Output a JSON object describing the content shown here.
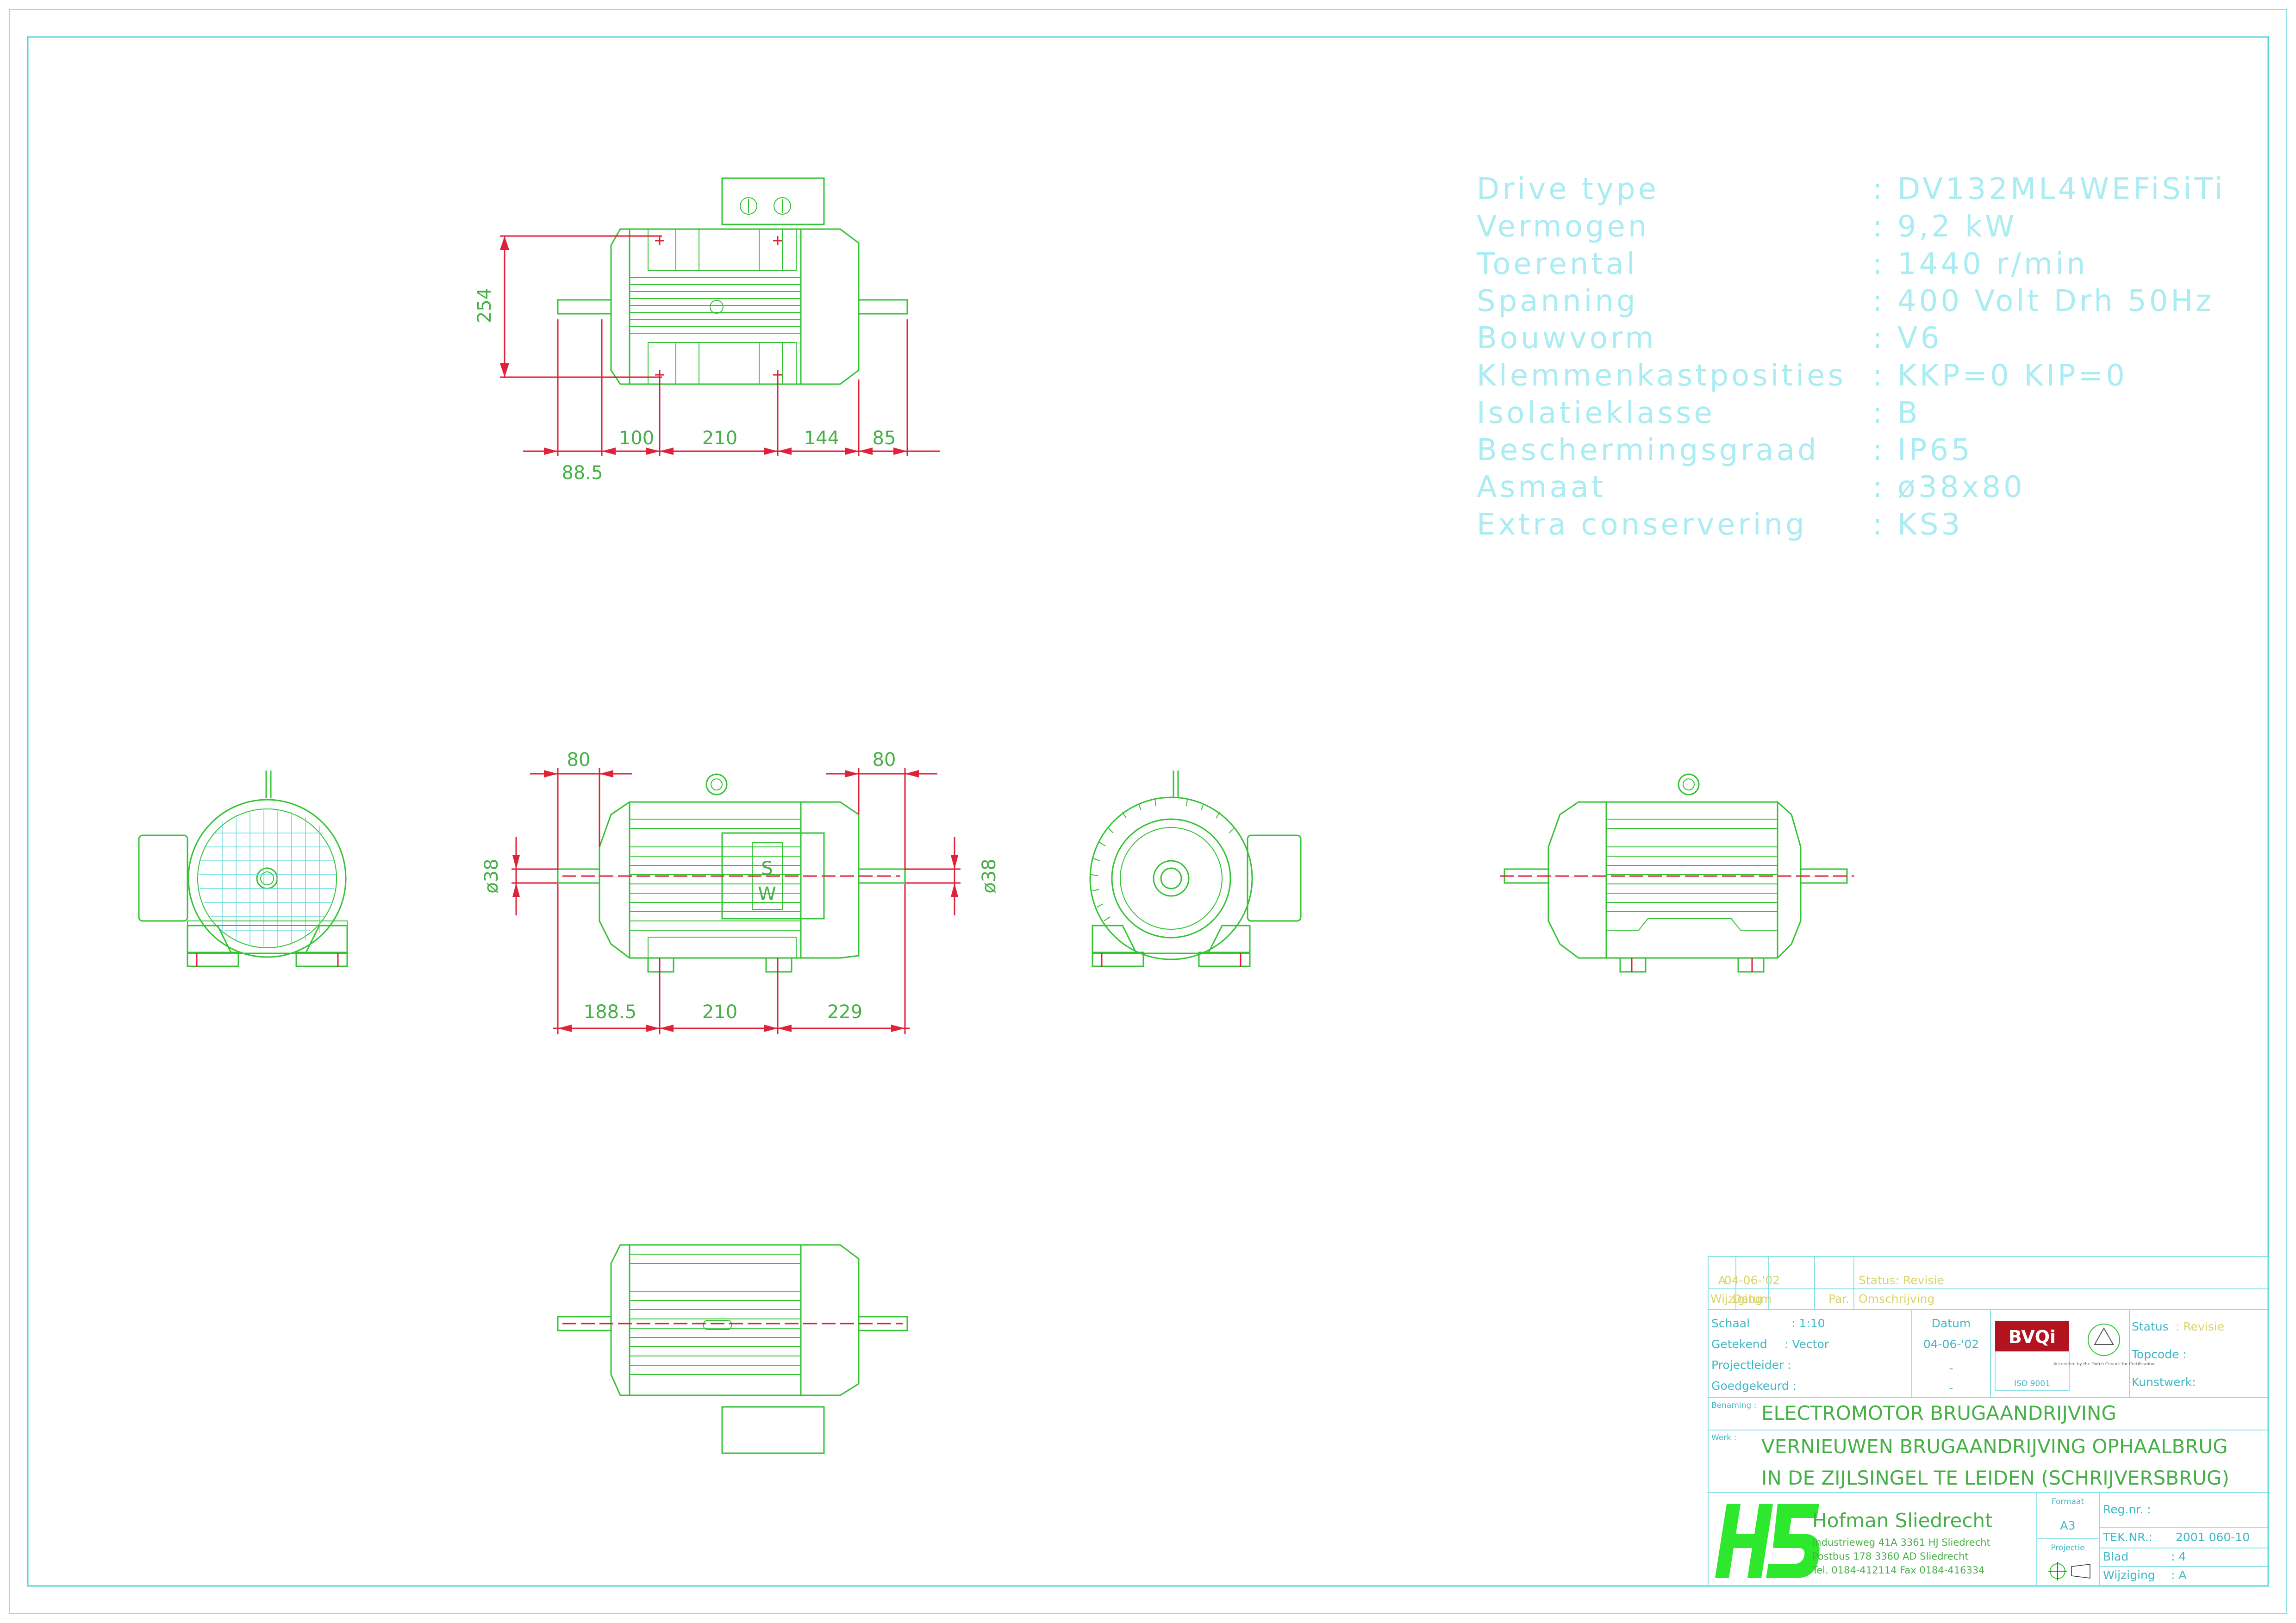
{
  "specs": {
    "labels": [
      "Drive type",
      "Vermogen",
      "Toerental",
      "Spanning",
      "Bouwvorm",
      "Klemmenkastposities",
      "Isolatieklasse",
      "Beschermingsgraad",
      "Asmaat",
      "Extra conservering"
    ],
    "values": [
      ": DV132ML4WEFiSiTi",
      ": 9,2  kW",
      ": 1440  r/min",
      ": 400  Volt  Drh  50Hz",
      ": V6",
      ": KKP=0  KIP=0",
      ": B",
      ": IP65",
      ": ø38x80",
      ": KS3"
    ]
  },
  "dimensions": {
    "top_view": {
      "height": "254",
      "d1": "100",
      "d2": "210",
      "d3": "144",
      "d4": "85",
      "d5": "88.5"
    },
    "side_view": {
      "top_left": "80",
      "top_right": "80",
      "shaft_left": "ø38",
      "shaft_right": "ø38",
      "b1": "188.5",
      "b2": "210",
      "b3": "229"
    }
  },
  "title_block": {
    "revision": {
      "letter": "A",
      "date": "04-06-'02",
      "by": "",
      "desc": "Status: Revisie",
      "col_wijziging": "Wijziging",
      "col_datum": "Datum",
      "col_paraaf": "Par.",
      "col_omschrijving": "Omschrijving"
    },
    "schaal_label": "Schaal",
    "schaal_value": ": 1:10",
    "getekend_label": "Getekend",
    "getekend_value": ": Vector",
    "projectleider_label": "Projectleider :",
    "goedgekeurd_label": "Goedgekeurd :",
    "datum_label": "Datum",
    "datum_value": "04-06-'02",
    "dash1": "-",
    "dash2": "-",
    "status_label": "Status",
    "status_value": ": Revisie",
    "topcode_label": "Topcode  :",
    "kunstwerk_label": "Kunstwerk:",
    "bvqi": "BVQi",
    "iso": "ISO 9001",
    "cert_text": "Accredited by the Dutch Council for Certification",
    "benaming_label": "Benaming :",
    "benaming_value": "ELECTROMOTOR  BRUGAANDRIJVING",
    "werk_label": "Werk :",
    "werk_line1": "VERNIEUWEN  BRUGAANDRIJVING  OPHAALBRUG",
    "werk_line2": "IN  DE  ZIJLSINGEL  TE  LEIDEN  (SCHRIJVERSBRUG)",
    "company": "Hofman  Sliedrecht",
    "address1": "Industrieweg 41A  3361 HJ Sliedrecht",
    "address2": "Postbus 178 3360 AD Sliedrecht",
    "address3": "Tel. 0184-412114  Fax 0184-416334",
    "formaat_label": "Formaat",
    "formaat_value": "A3",
    "projectie_label": "Projectie",
    "regnr_label": "Reg.nr.  :",
    "teknr_label": "TEK.NR.:",
    "teknr_value": "2001  060-10",
    "blad_label": "Blad",
    "blad_value": ":  4",
    "wijziging_label": "Wijziging",
    "wijziging_value": ":  A"
  },
  "colors": {
    "line": "#35c335",
    "dimension": "#e0213a",
    "frame": "#55d4d9",
    "spec_text": "#a9ecf2",
    "logo": "#2ee82e",
    "bvqi": "#b3121f"
  }
}
